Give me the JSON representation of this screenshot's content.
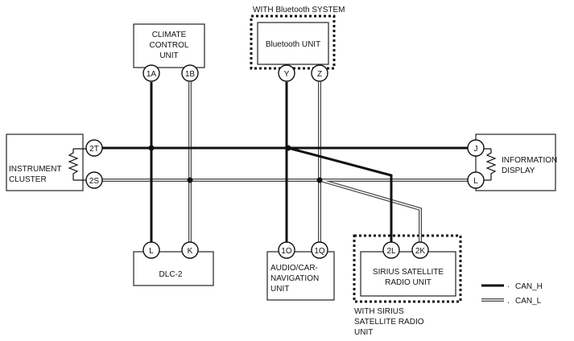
{
  "units": {
    "climate": {
      "lines": [
        "CLIMATE",
        "CONTROL",
        "UNIT"
      ],
      "pins": [
        "1A",
        "1B"
      ]
    },
    "bluetooth": {
      "group": "WITH Bluetooth SYSTEM",
      "label": "Bluetooth UNIT",
      "pins": [
        "Y",
        "Z"
      ]
    },
    "instrument": {
      "lines": [
        "INSTRUMENT",
        "CLUSTER"
      ],
      "pins": [
        "2T",
        "2S"
      ]
    },
    "info": {
      "lines": [
        "INFORMATION",
        "DISPLAY"
      ],
      "pins": [
        "J",
        "L"
      ]
    },
    "dlc": {
      "label": "DLC-2",
      "pins": [
        "L",
        "K"
      ]
    },
    "audio": {
      "lines": [
        "AUDIO/CAR-",
        "NAVIGATION",
        "UNIT"
      ],
      "pins": [
        "1O",
        "1Q"
      ]
    },
    "sirius": {
      "lines": [
        "SIRIUS SATELLITE",
        "RADIO UNIT"
      ],
      "pins": [
        "2L",
        "2K"
      ],
      "group": [
        "WITH SIRIUS",
        "SATELLITE RADIO",
        "UNIT"
      ]
    }
  },
  "legend": {
    "can_h": "CAN_H",
    "can_l": "CAN_L"
  }
}
